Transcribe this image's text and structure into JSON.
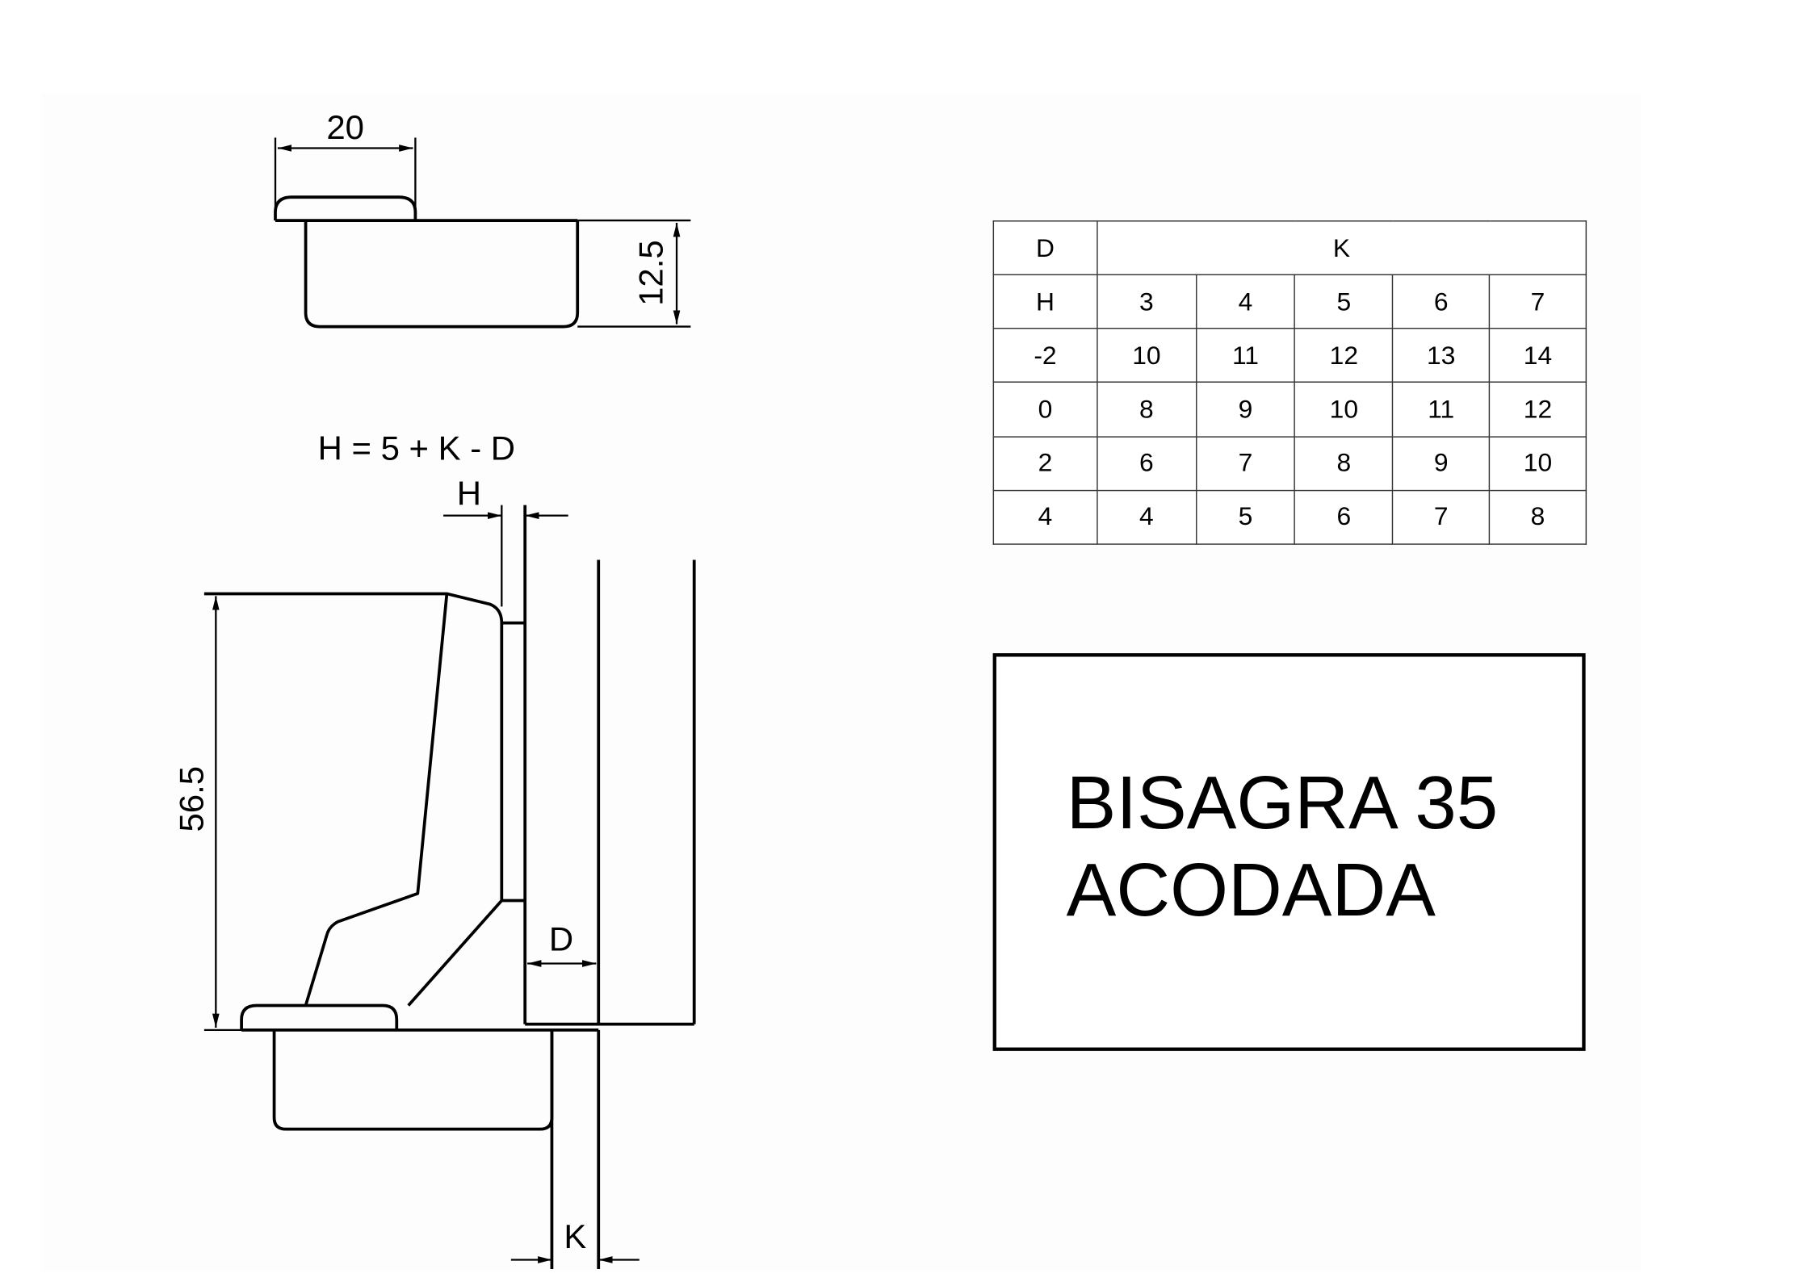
{
  "top_view": {
    "width_dim": "20",
    "height_dim": "12.5"
  },
  "side_view": {
    "formula": "H = 5 + K - D",
    "h_label": "H",
    "height_dim": "56.5",
    "d_label": "D",
    "k_label": "K"
  },
  "table": {
    "corner_top": "D",
    "k_header": "K",
    "corner_bottom": "H",
    "k_values": [
      "3",
      "4",
      "5",
      "6",
      "7"
    ],
    "rows": [
      {
        "d": "-2",
        "h": [
          "10",
          "11",
          "12",
          "13",
          "14"
        ]
      },
      {
        "d": "0",
        "h": [
          "8",
          "9",
          "10",
          "11",
          "12"
        ]
      },
      {
        "d": "2",
        "h": [
          "6",
          "7",
          "8",
          "9",
          "10"
        ]
      },
      {
        "d": "4",
        "h": [
          "4",
          "5",
          "6",
          "7",
          "8"
        ]
      }
    ]
  },
  "title": {
    "line1": "BISAGRA 35",
    "line2": "ACODADA"
  }
}
